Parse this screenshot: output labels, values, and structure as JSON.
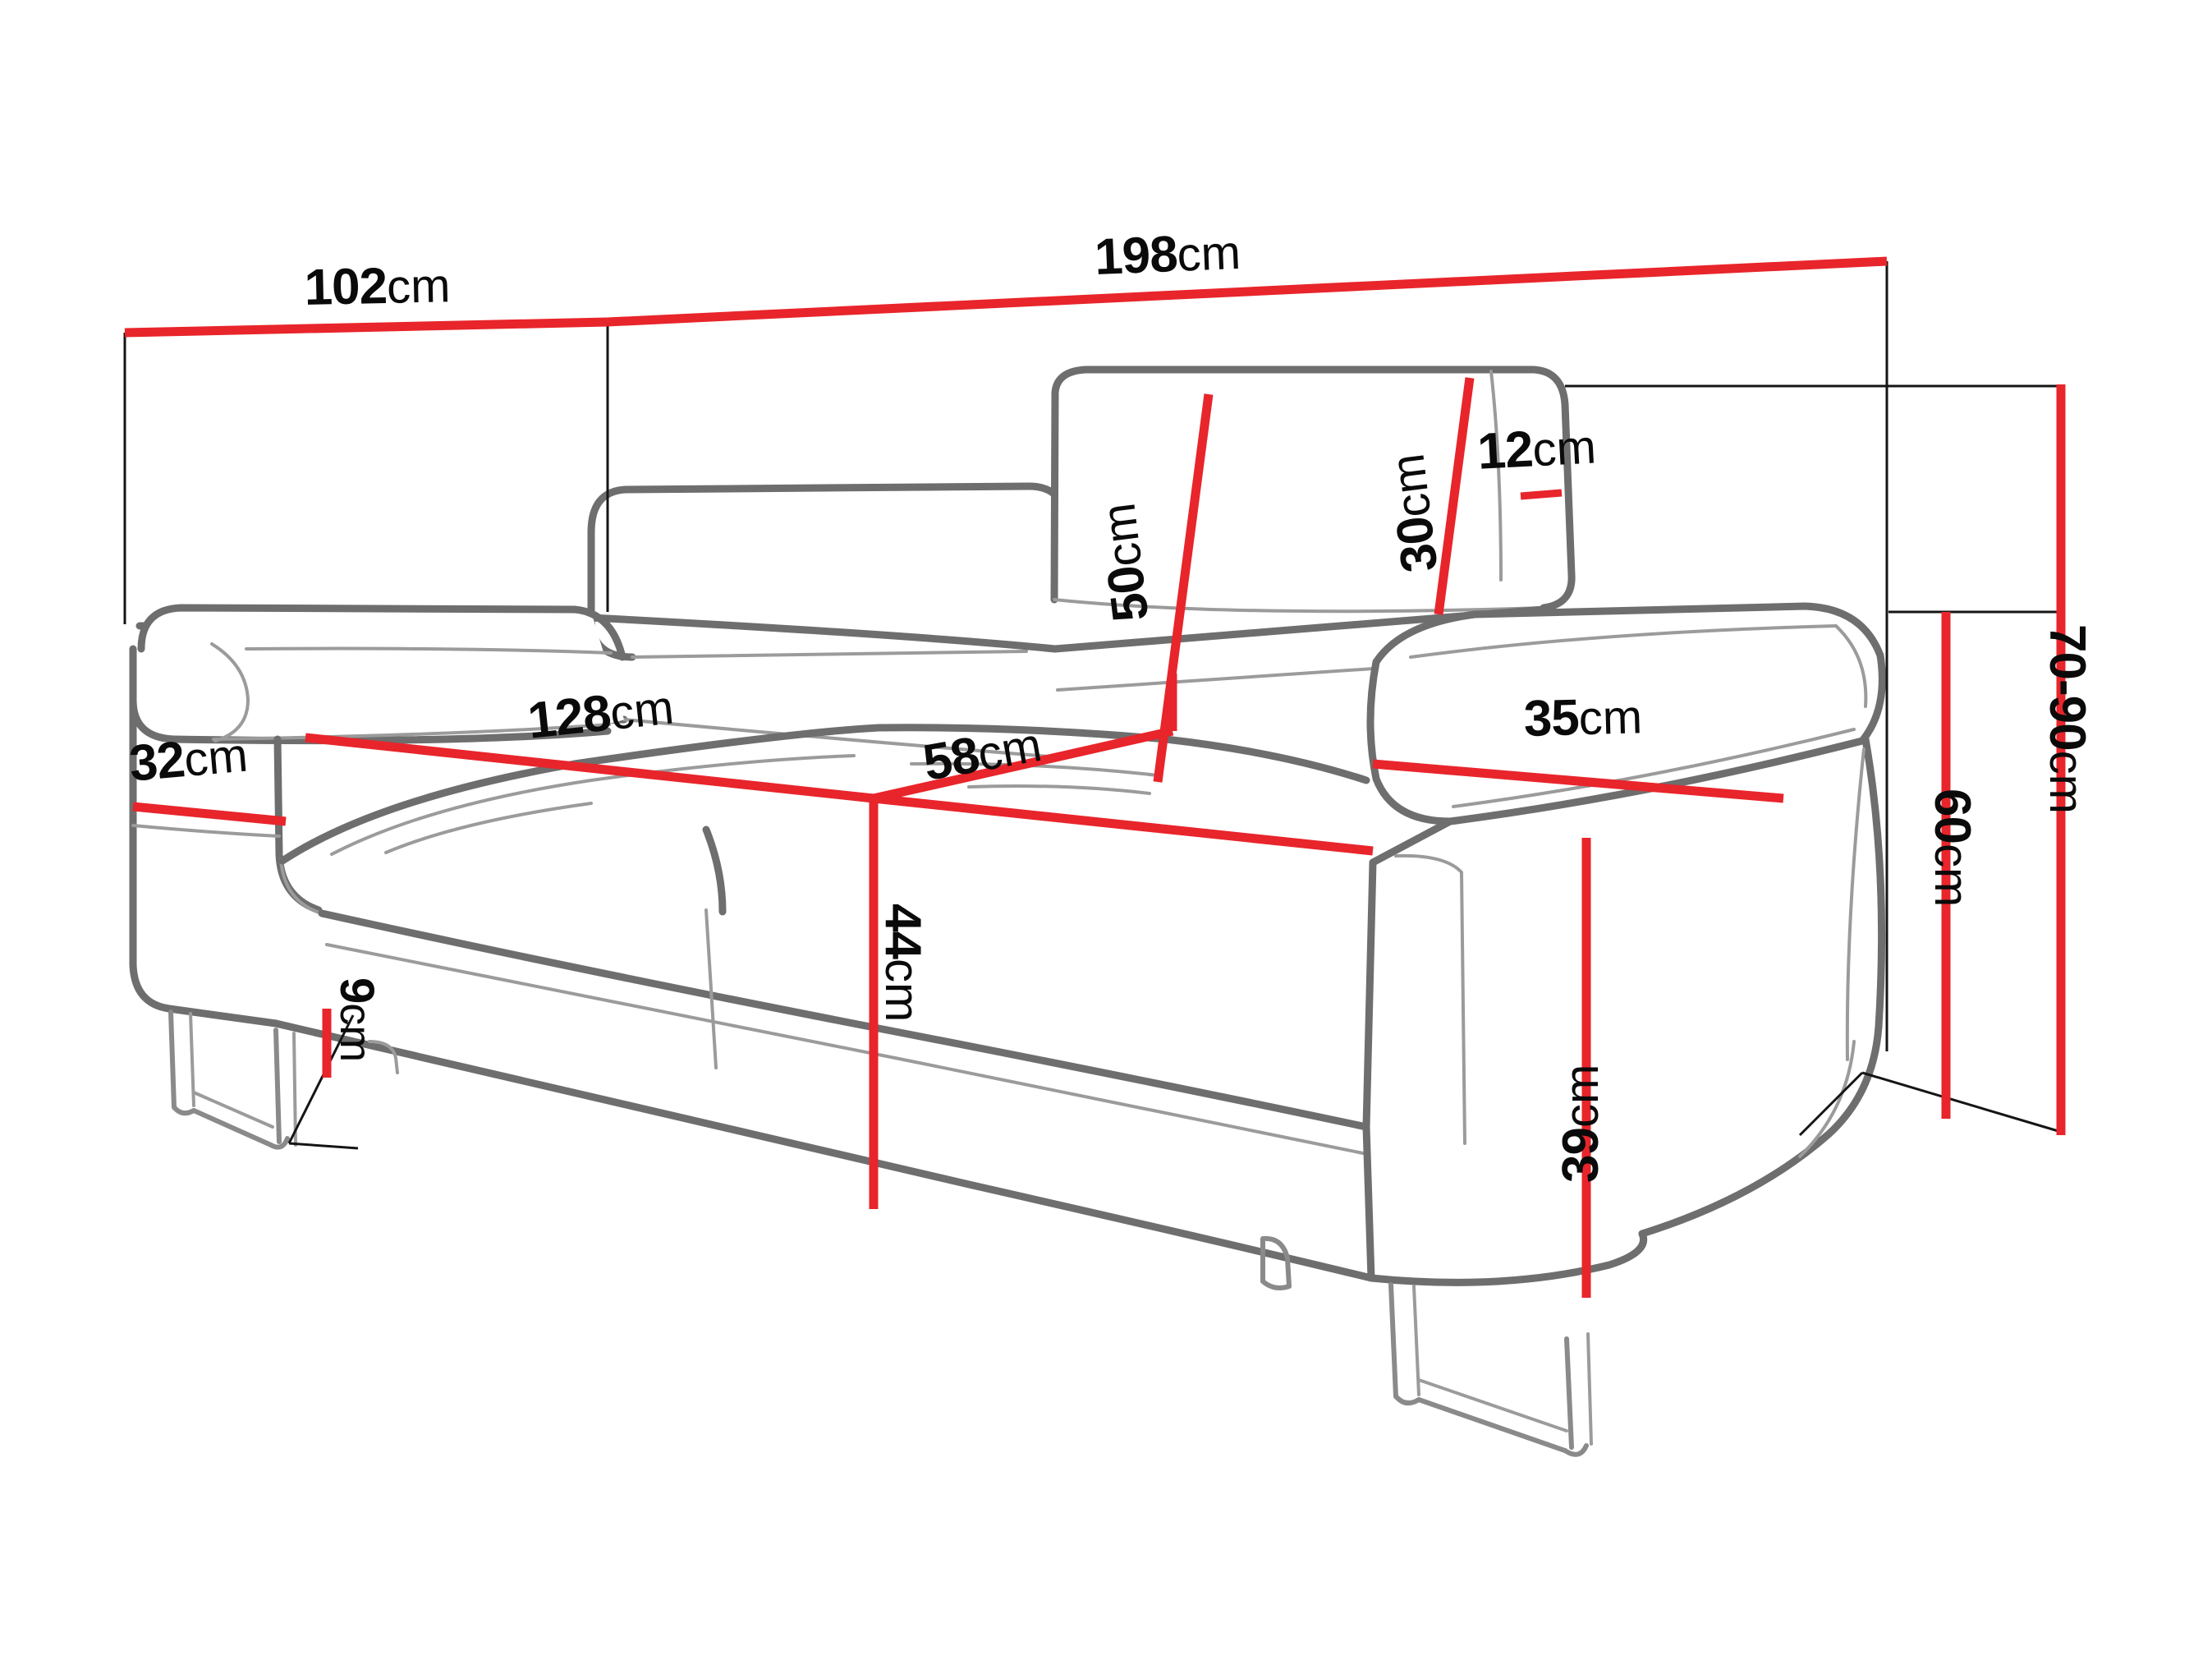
{
  "drawing": {
    "title": "Sofa technical dimension drawing",
    "subject": "two-seater sofa with adjustable headrests and metal sled legs",
    "unit": "cm",
    "colors": {
      "dimension_line": "#e8252b",
      "outline_heavy": "#6e6e6e",
      "outline_light": "#9a9a9a",
      "guide_line": "#151515",
      "label_text": "#0a0a0a",
      "background": "#ffffff"
    }
  },
  "dimensions": {
    "depth_total": {
      "value": "102",
      "unit": "cm",
      "name": "total-depth"
    },
    "width_total": {
      "value": "198",
      "unit": "cm",
      "name": "total-width"
    },
    "backrest_height": {
      "value": "50",
      "unit": "cm",
      "name": "backrest-height"
    },
    "headrest_height": {
      "value": "30",
      "unit": "cm",
      "name": "headrest-height"
    },
    "headrest_thickness": {
      "value": "12",
      "unit": "cm",
      "name": "headrest-thickness"
    },
    "seat_width": {
      "value": "128",
      "unit": "cm",
      "name": "seat-width"
    },
    "seat_depth": {
      "value": "58",
      "unit": "cm",
      "name": "seat-depth"
    },
    "armrest_left_width": {
      "value": "32",
      "unit": "cm",
      "name": "left-armrest-width"
    },
    "armrest_right_width": {
      "value": "35",
      "unit": "cm",
      "name": "right-armrest-width"
    },
    "leg_height": {
      "value": "9",
      "unit": "cm",
      "name": "leg-height"
    },
    "armrest_height": {
      "value": "44",
      "unit": "cm",
      "name": "armrest-height"
    },
    "seat_height": {
      "value": "39",
      "unit": "cm",
      "name": "seat-height"
    },
    "side_depth": {
      "value": "60",
      "unit": "cm",
      "name": "side-depth"
    },
    "total_height_range": {
      "value": "70-90",
      "unit": "cm",
      "name": "total-height-range"
    }
  }
}
